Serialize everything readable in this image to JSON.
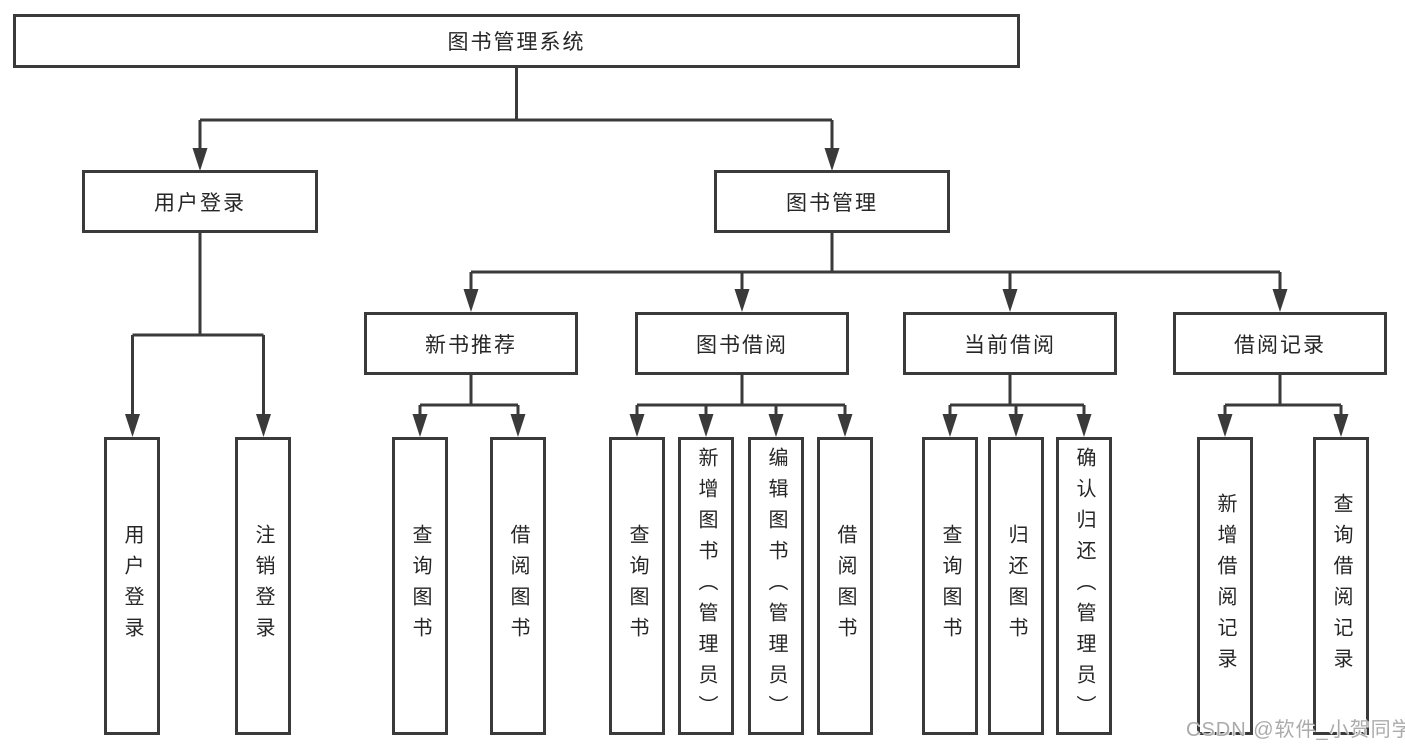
{
  "diagram_type": "tree",
  "hierarchy": {
    "label": "图书管理系统",
    "children": [
      {
        "label": "用户登录",
        "children": [
          {
            "label": "用户登录"
          },
          {
            "label": "注销登录"
          }
        ]
      },
      {
        "label": "图书管理",
        "children": [
          {
            "label": "新书推荐",
            "children": [
              {
                "label": "查询图书"
              },
              {
                "label": "借阅图书"
              }
            ]
          },
          {
            "label": "图书借阅",
            "children": [
              {
                "label": "查询图书"
              },
              {
                "label": "新增图书（管理员）"
              },
              {
                "label": "编辑图书（管理员）"
              },
              {
                "label": "借阅图书"
              }
            ]
          },
          {
            "label": "当前借阅",
            "children": [
              {
                "label": "查询图书"
              },
              {
                "label": "归还图书"
              },
              {
                "label": "确认归还（管理员）"
              }
            ]
          },
          {
            "label": "借阅记录",
            "children": [
              {
                "label": "新增借阅记录"
              },
              {
                "label": "查询借阅记录"
              }
            ]
          }
        ]
      }
    ]
  },
  "watermark": {
    "text": "CSDN @软件_小贺同学"
  },
  "colors": {
    "line": "#3a3a3a",
    "text": "#262626",
    "watermark": "#ababab",
    "background": "#ffffff"
  }
}
